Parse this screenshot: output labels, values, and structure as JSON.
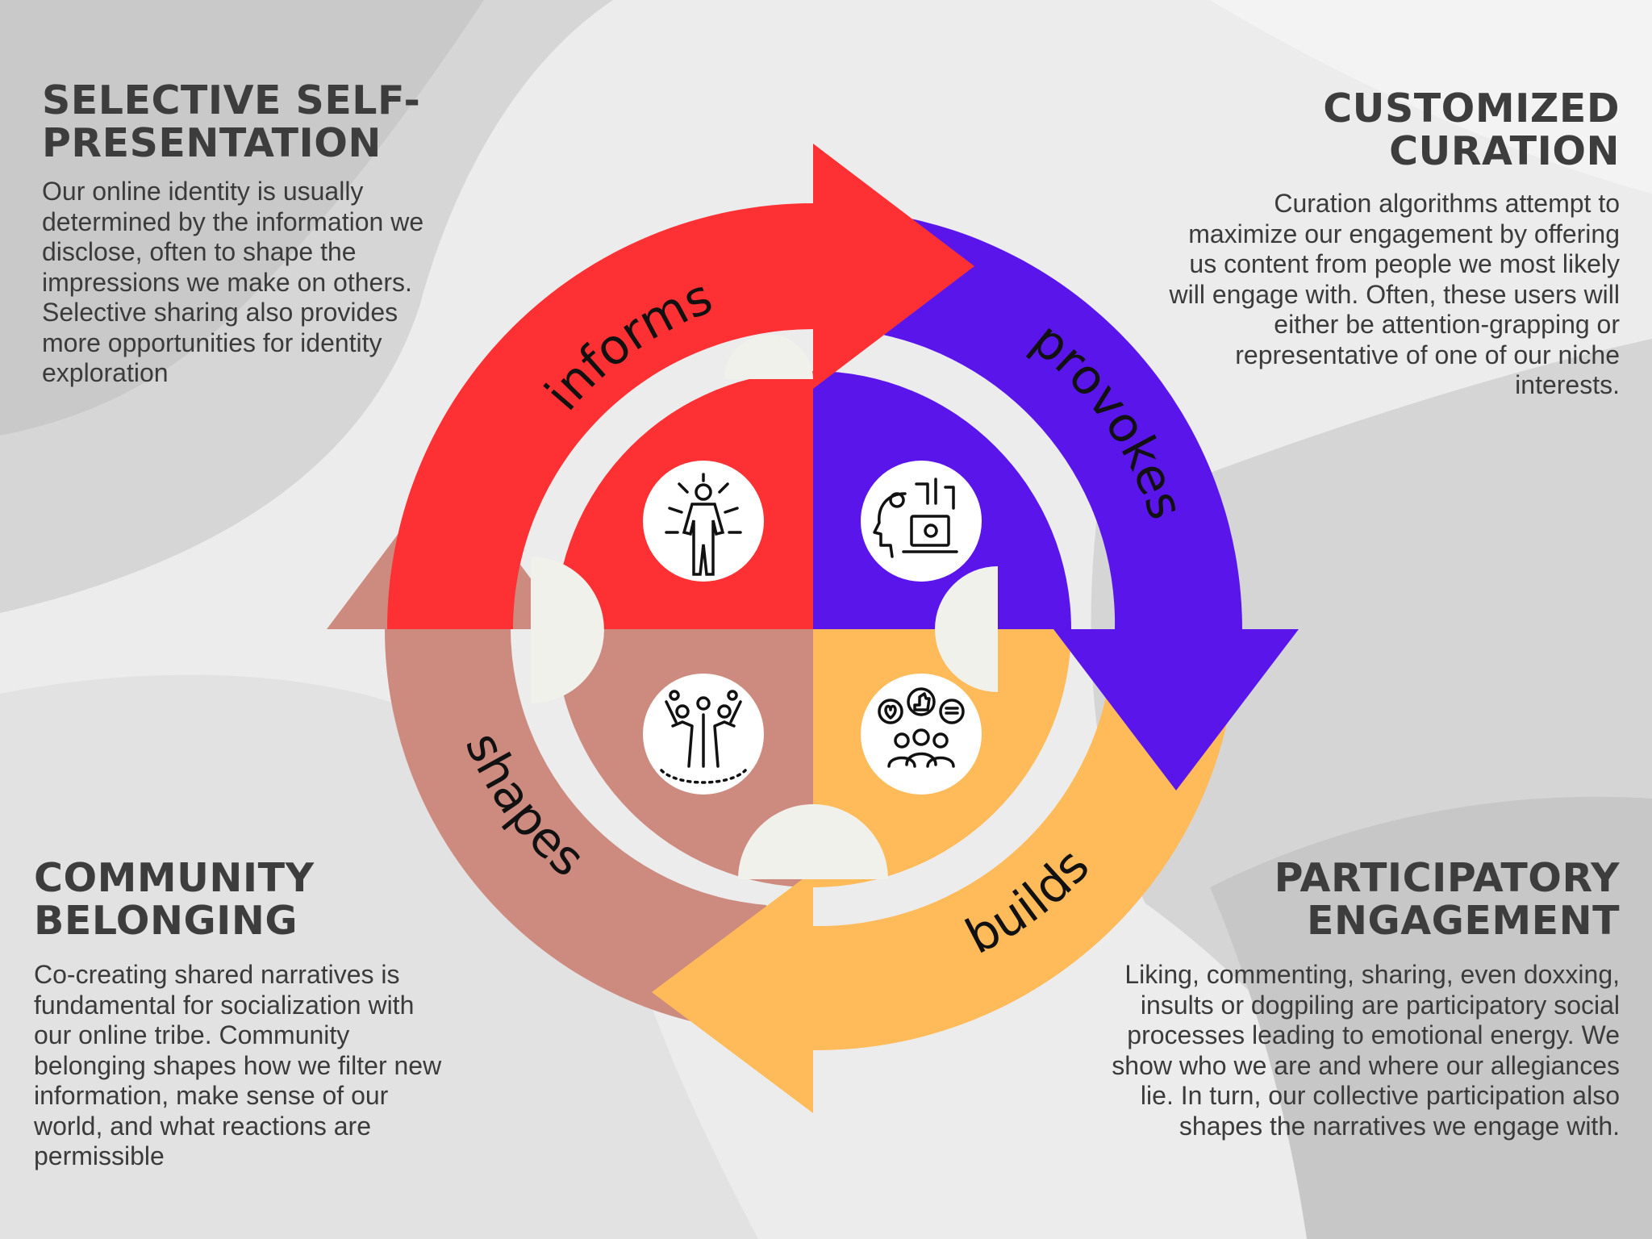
{
  "colors": {
    "red": "#fd3033",
    "purple": "#5a16ea",
    "orange": "#ffbb59",
    "rose": "#cd8b80",
    "connector": "#f1f1ec",
    "background": "#ededed"
  },
  "blocks": {
    "selective": {
      "title_line1": "SELECTIVE SELF-",
      "title_line2": "PRESENTATION",
      "body": "Our online identity is usually determined by the information we disclose, often to shape the impressions we make on others. Selective sharing also provides more opportunities for identity exploration"
    },
    "curation": {
      "title_line1": "CUSTOMIZED",
      "title_line2": "CURATION",
      "body": "Curation algorithms attempt to maximize our engagement by offering us content from people we most likely will engage with. Often, these users will either be attention-grapping or representative of one of our niche interests."
    },
    "community": {
      "title_line1": "COMMUNITY",
      "title_line2": "BELONGING",
      "body": "Co-creating shared narratives is fundamental for socialization with our online tribe. Community belonging shapes how we filter new information, make sense of our world, and what reactions are permissible"
    },
    "engagement": {
      "title_line1": "PARTICIPATORY",
      "title_line2": "ENGAGEMENT",
      "body": "Liking, commenting, sharing, even doxxing, insults or dogpiling are participatory social processes leading to emotional energy. We show who we are and where our allegiances lie. In turn, our collective participation also shapes the narratives we engage with."
    }
  },
  "cycle": {
    "labels": {
      "informs": "informs",
      "provokes": "provokes",
      "builds": "builds",
      "shapes": "shapes"
    },
    "icons": {
      "top_left": "person-standing-confident-icon",
      "top_right": "ai-head-laptop-gears-icon",
      "bottom_left": "group-celebrating-icon",
      "bottom_right": "social-reactions-audience-icon"
    }
  }
}
